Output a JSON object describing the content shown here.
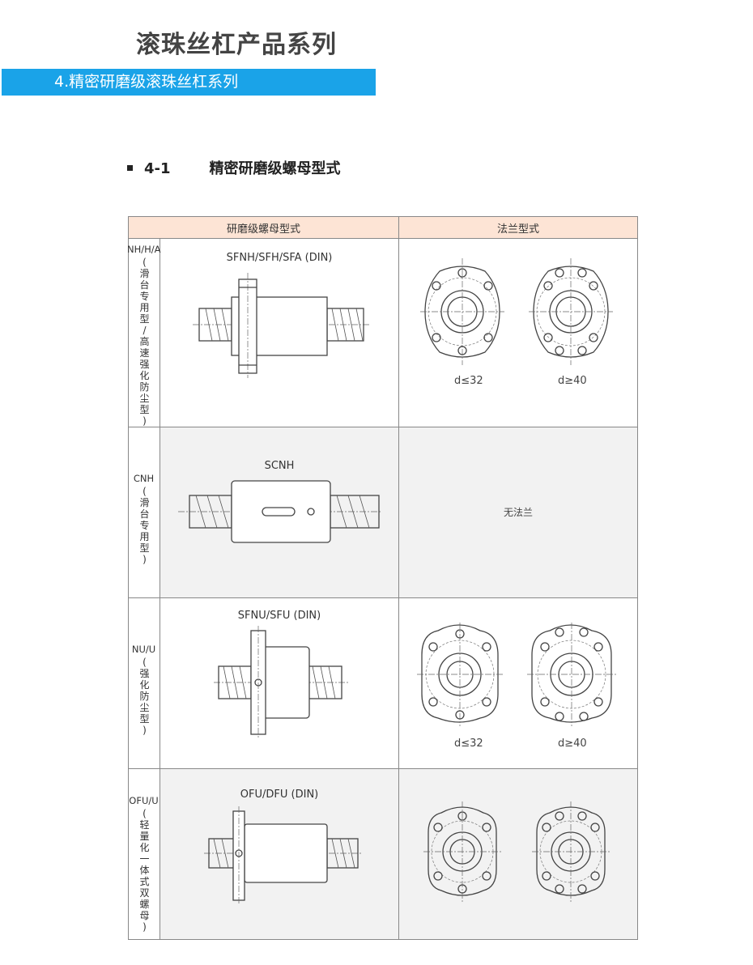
{
  "page": {
    "title": "滚珠丝杠产品系列",
    "section": "4.精密研磨级滚珠丝杠系列",
    "subsection_number": "4-1",
    "subsection_title": "精密研磨级螺母型式"
  },
  "table": {
    "headers": [
      "研磨级螺母型式",
      "法兰型式"
    ],
    "rows": [
      {
        "code": "NH/H/A",
        "desc": [
          "(",
          "滑",
          "台",
          "专",
          "用",
          "型",
          "/",
          "高",
          "速",
          "强",
          "化",
          "防",
          "尘",
          "型",
          ")"
        ],
        "model": "SFNH/SFH/SFA (DIN)",
        "flange_labels": [
          "d≤32",
          "d≥40"
        ]
      },
      {
        "code": "CNH",
        "desc": [
          "(",
          "滑",
          "台",
          "专",
          "用",
          "型",
          ")"
        ],
        "model": "SCNH",
        "flange_text": "无法兰"
      },
      {
        "code": "NU/U",
        "desc": [
          "(",
          "强",
          "化",
          "防",
          "尘",
          "型",
          ")"
        ],
        "model": "SFNU/SFU (DIN)",
        "flange_labels": [
          "d≤32",
          "d≥40"
        ]
      },
      {
        "code": "OFU/U",
        "desc": [
          "(",
          "轻",
          "量",
          "化",
          "一",
          "体",
          "式",
          "双",
          "螺",
          "母",
          ")"
        ],
        "model": "OFU/DFU (DIN)"
      }
    ]
  },
  "colors": {
    "section_bar": "#1aa3e8",
    "table_header_bg": "#fde4d5",
    "shaded_row_bg": "#f2f2f2"
  }
}
